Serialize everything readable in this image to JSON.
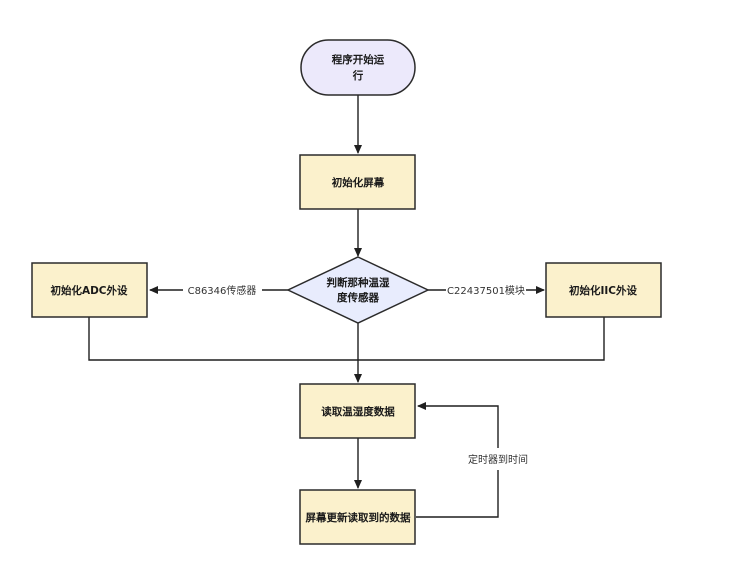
{
  "colors": {
    "process_fill": "#fbf1cc",
    "process_stroke": "#2b2b2b",
    "decision_fill": "#e8ecfd",
    "start_fill": "#ece9fb",
    "line": "#1f1f1f",
    "label_bg": "#ffffff"
  },
  "nodes": {
    "start": {
      "line1": "程序开始运",
      "line2": "行"
    },
    "init_screen": {
      "label": "初始化屏幕"
    },
    "decision": {
      "line1": "判断那种温湿",
      "line2": "度传感器"
    },
    "init_adc": {
      "label": "初始化ADC外设"
    },
    "init_iic": {
      "label": "初始化IIC外设"
    },
    "read_data": {
      "label": "读取温湿度数据"
    },
    "update_screen": {
      "label": "屏幕更新读取到的数据"
    }
  },
  "edge_labels": {
    "to_adc": "C86346传感器",
    "to_iic": "C22437501模块",
    "loop": "定时器到时间"
  }
}
